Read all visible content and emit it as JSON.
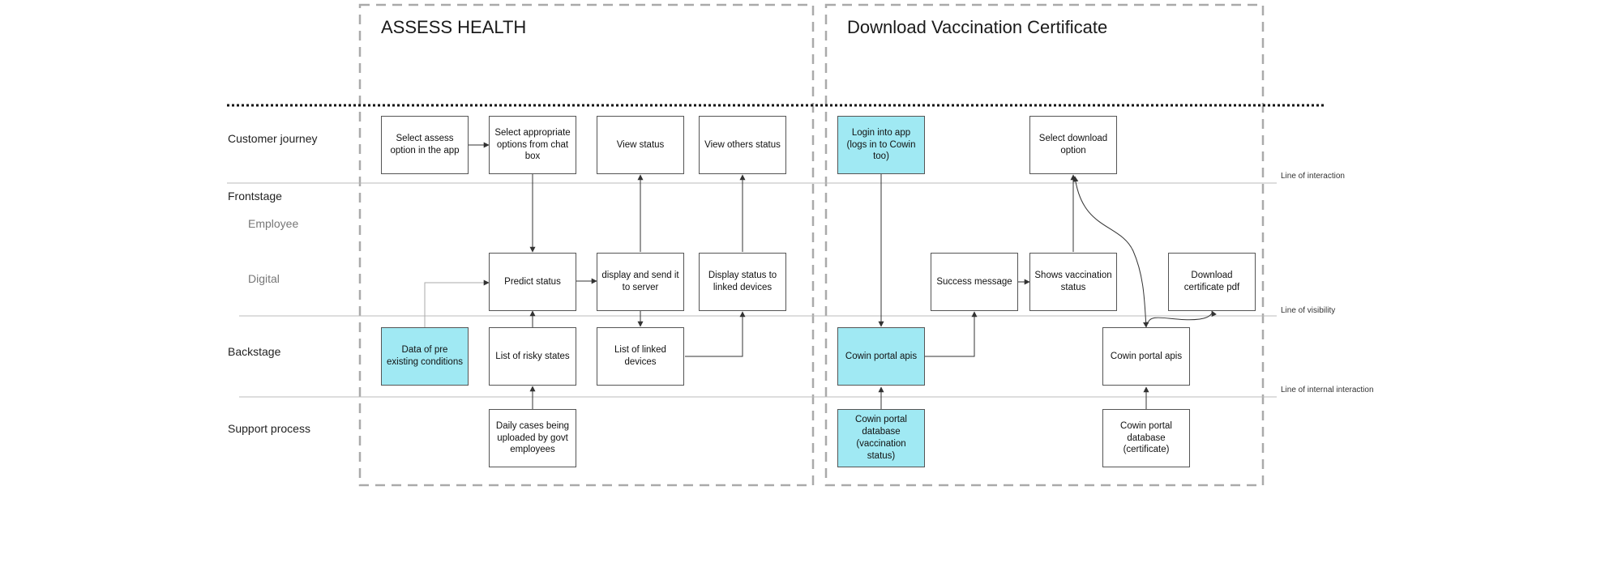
{
  "phases": {
    "assess_health": "ASSESS HEALTH",
    "download_certificate": "Download Vaccination Certificate"
  },
  "lanes": {
    "customer_journey": "Customer journey",
    "frontstage": "Frontstage",
    "employee": "Employee",
    "digital": "Digital",
    "backstage": "Backstage",
    "support_process": "Support process"
  },
  "lines": {
    "interaction": "Line of interaction",
    "visibility": "Line of visibility",
    "internal_interaction": "Line of internal interaction"
  },
  "boxes": {
    "select_assess": "Select assess option in the app",
    "select_options": "Select appropriate options from chat box",
    "view_status": "View status",
    "view_others_status": "View others status",
    "predict_status": "Predict status",
    "display_send_server": "display and send it to server",
    "display_linked": "Display status to linked devices",
    "data_pre_existing": "Data of pre existing conditions",
    "list_risky_states": "List of risky states",
    "list_linked_devices": "List of linked devices",
    "daily_cases": "Daily cases being uploaded by govt employees",
    "login_app": "Login into app (logs in to Cowin too)",
    "select_download": "Select download option",
    "success_message": "Success message",
    "shows_vaccination_status": "Shows vaccination status",
    "download_pdf": "Download certificate pdf",
    "cowin_apis_1": "Cowin portal apis",
    "cowin_apis_2": "Cowin portal apis",
    "cowin_db_vaccination": "Cowin portal database (vaccination status)",
    "cowin_db_certificate": "Cowin portal database (certificate)"
  },
  "colors": {
    "highlight": "#a0e9f3",
    "border": "#555555",
    "phase_border": "#aaaaaa"
  }
}
